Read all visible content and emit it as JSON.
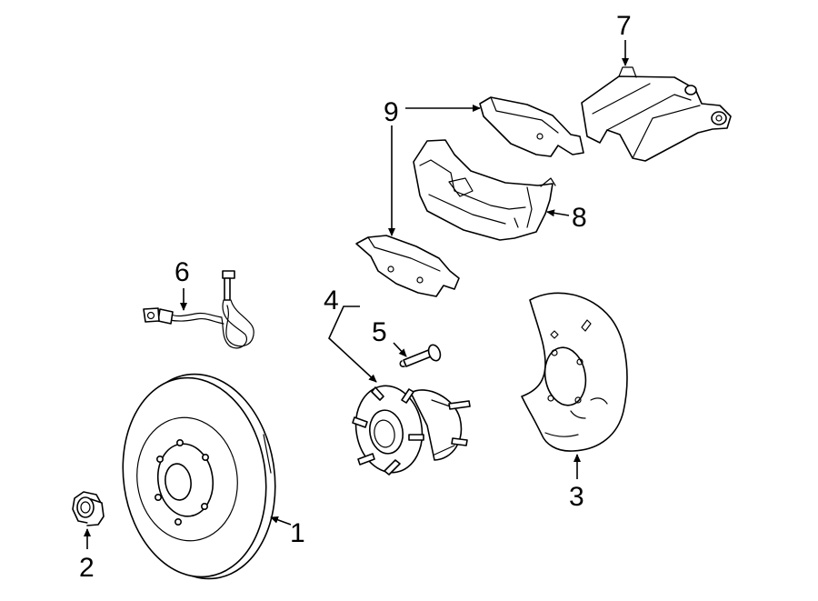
{
  "callouts": {
    "rotor": "1",
    "nut": "2",
    "shield": "3",
    "hub": "4",
    "bolt": "5",
    "hose": "6",
    "caliper": "7",
    "bracket": "8",
    "pads": "9"
  }
}
